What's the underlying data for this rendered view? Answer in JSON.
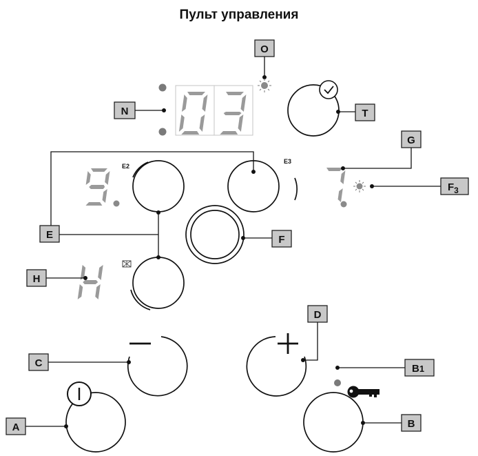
{
  "title": "Пульт управления",
  "display": {
    "left_digit": "0",
    "right_digit": "3"
  },
  "zones": {
    "e2_label": "E2",
    "e3_label": "E3",
    "e2_level": "9",
    "f3_level": "7",
    "h_level": "H"
  },
  "labels": {
    "O": "O",
    "N": "N",
    "T": "T",
    "G": "G",
    "E": "E",
    "F": "F",
    "F3": "F",
    "F3_sub": "3",
    "H": "H",
    "C": "C",
    "D": "D",
    "B1": "B",
    "B1_sub": "1",
    "A": "A",
    "B": "B"
  },
  "icons": {
    "timer": "clock-check-icon",
    "key": "key-icon",
    "power": "power-icon"
  },
  "colors": {
    "label_fill": "#c8c8c8",
    "segment": "#9a9a9a"
  }
}
